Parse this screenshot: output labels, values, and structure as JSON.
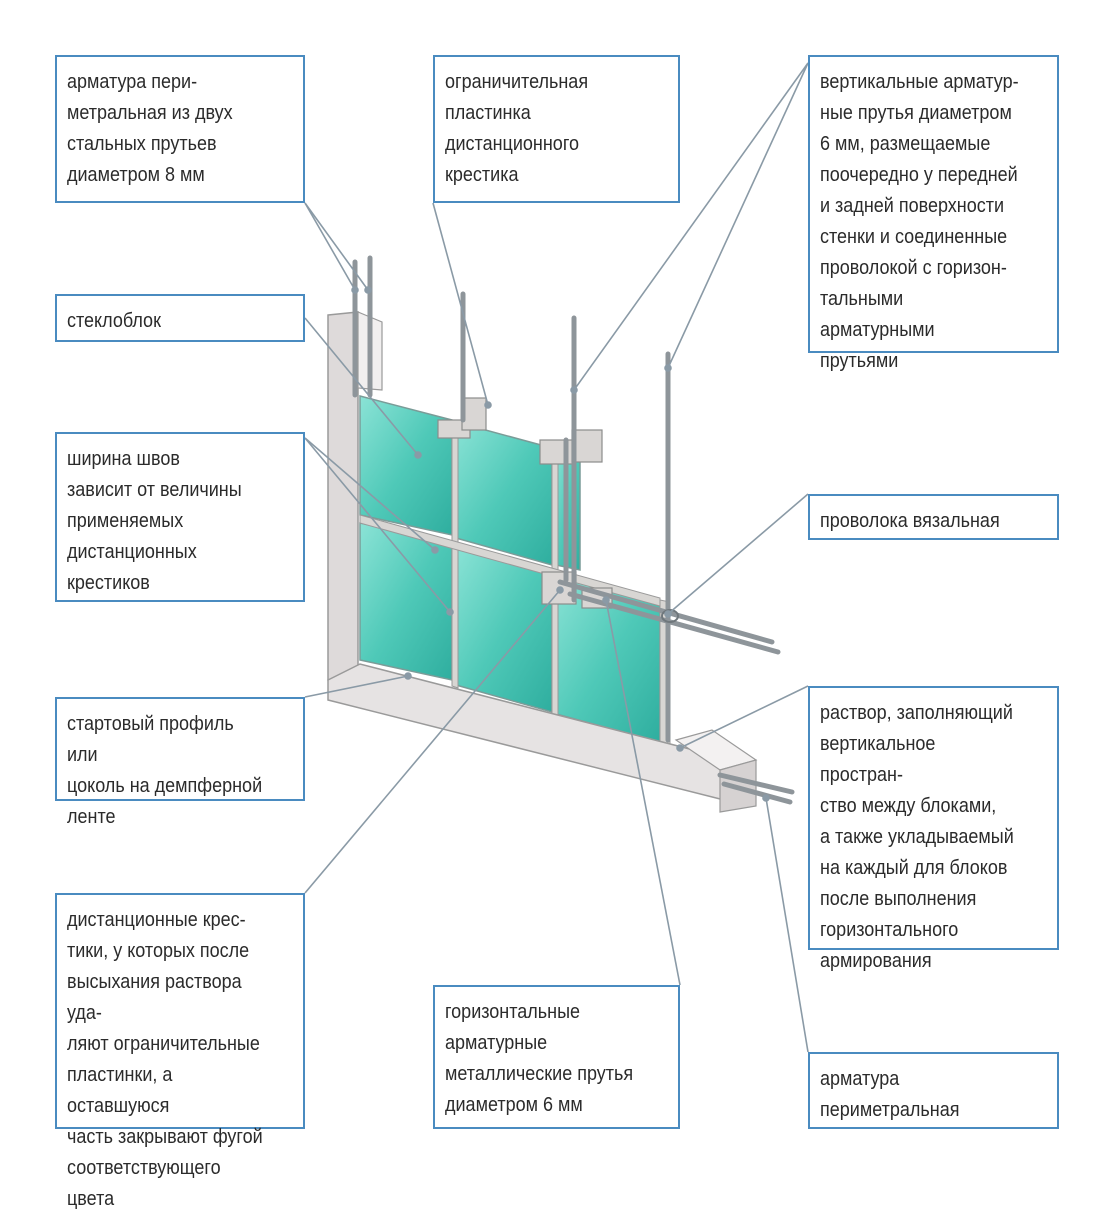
{
  "callouts": {
    "perimeter_two_rods": "арматура пери-\nметральная из двух\nстальных прутьев\nдиаметром 8 мм",
    "limiting_plate": "ограничительная\nпластинка\nдистанционного\nкрестика",
    "vertical_rods": "вертикальные арматур-\nные прутья диаметром\n6 мм, размещаемые\nпоочередно у передней\nи задней поверхности\nстенки и соединенные\nпроволокой с горизон-\nтальными арматурными\nпрутьями",
    "glass_block": "стеклоблок",
    "joint_width": "ширина швов\nзависит от величины\nприменяемых\nдистанционных\nкрестиков",
    "tie_wire": "проволока вязальная",
    "start_profile": "стартовый профиль или\nцоколь на демпферной\nленте",
    "mortar": "раствор, заполняющий\nвертикальное простран-\nство между блоками,\nа также укладываемый\nна каждый для блоков\nпосле выполнения\nгоризонтального\nармирования",
    "spacer_crosses": "дистанционные крес-\nтики, у которых после\nвысыхания раствора уда-\nляют ограничительные\nпластинки, а оставшуюся\nчасть закрывают фугой\nсоответствующего цвета",
    "horizontal_rods": "горизонтальные\nарматурные\nметаллические прутья\nдиаметром 6 мм",
    "perimeter_rods": "арматура\nпериметральная"
  },
  "colors": {
    "callout_border": "#4a8bc0",
    "leader_line": "#8a9aa6",
    "glass": "#5fd0c0",
    "frame": "#e6e3e3"
  }
}
